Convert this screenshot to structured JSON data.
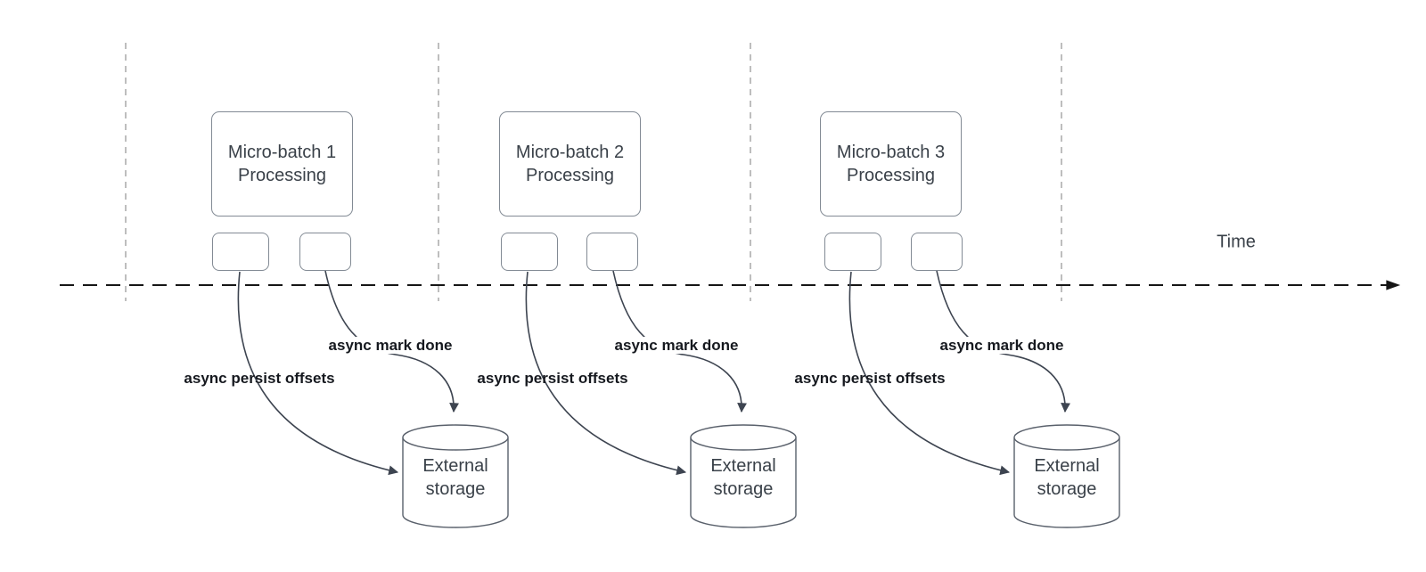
{
  "timeline": {
    "label": "Time"
  },
  "sections": [
    {
      "batch_line1": "Micro-batch 1",
      "batch_line2": "Processing",
      "persist_label": "async persist offsets",
      "mark_label": "async mark done",
      "storage_line1": "External",
      "storage_line2": "storage"
    },
    {
      "batch_line1": "Micro-batch 2",
      "batch_line2": "Processing",
      "persist_label": "async persist offsets",
      "mark_label": "async mark done",
      "storage_line1": "External",
      "storage_line2": "storage"
    },
    {
      "batch_line1": "Micro-batch 3",
      "batch_line2": "Processing",
      "persist_label": "async persist offsets",
      "mark_label": "async mark done",
      "storage_line1": "External",
      "storage_line2": "storage"
    }
  ],
  "colors": {
    "axis": "#161616",
    "grid": "#a8a8a8",
    "arrow": "#3d4450",
    "border": "#828a94",
    "cyl": "#59606b",
    "boxtext": "#3a4149",
    "labeltext": "#16191f"
  }
}
